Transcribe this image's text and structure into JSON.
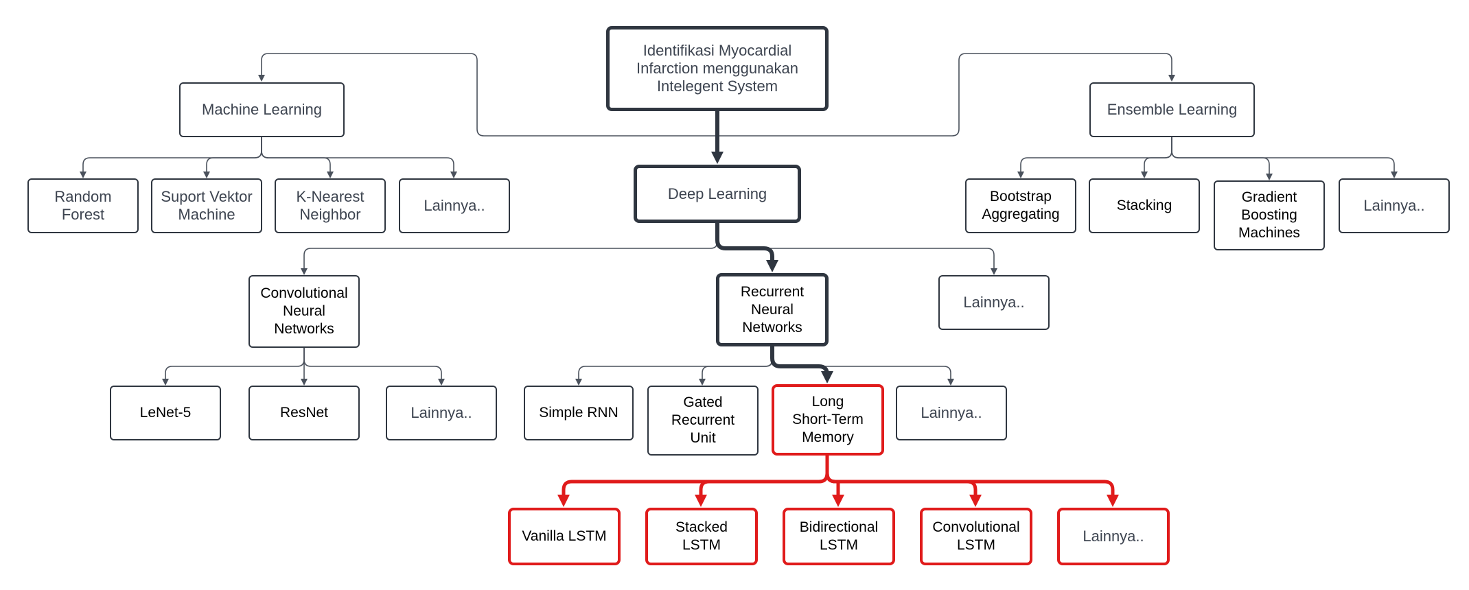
{
  "diagram": {
    "root": "Identifikasi Myocardial\nInfarction menggunakan\nIntelegent System",
    "machine_learning": {
      "label": "Machine Learning",
      "children": [
        "Random\nForest",
        "Suport Vektor\nMachine",
        "K-Nearest\nNeighbor",
        "Lainnya.."
      ]
    },
    "ensemble_learning": {
      "label": "Ensemble Learning",
      "children": [
        "Bootstrap\nAggregating",
        "Stacking",
        "Gradient\nBoosting\nMachines",
        "Lainnya.."
      ]
    },
    "deep_learning": {
      "label": "Deep Learning",
      "children": [
        "Convolutional\nNeural\nNetworks",
        "Recurrent\nNeural\nNetworks",
        "Lainnya.."
      ]
    },
    "cnn_children": [
      "LeNet-5",
      "ResNet",
      "Lainnya.."
    ],
    "rnn_children": [
      "Simple RNN",
      "Gated\nRecurrent\nUnit",
      "Long\nShort-Term\nMemory",
      "Lainnya.."
    ],
    "lstm_children": [
      "Vanilla LSTM",
      "Stacked\nLSTM",
      "Bidirectional\nLSTM",
      "Convolutional\nLSTM",
      "Lainnya.."
    ],
    "colors": {
      "node_border": "#2f3640",
      "connector": "#4a515c",
      "highlight_path": "#2f3640",
      "lstm_highlight": "#e01b1b"
    }
  }
}
